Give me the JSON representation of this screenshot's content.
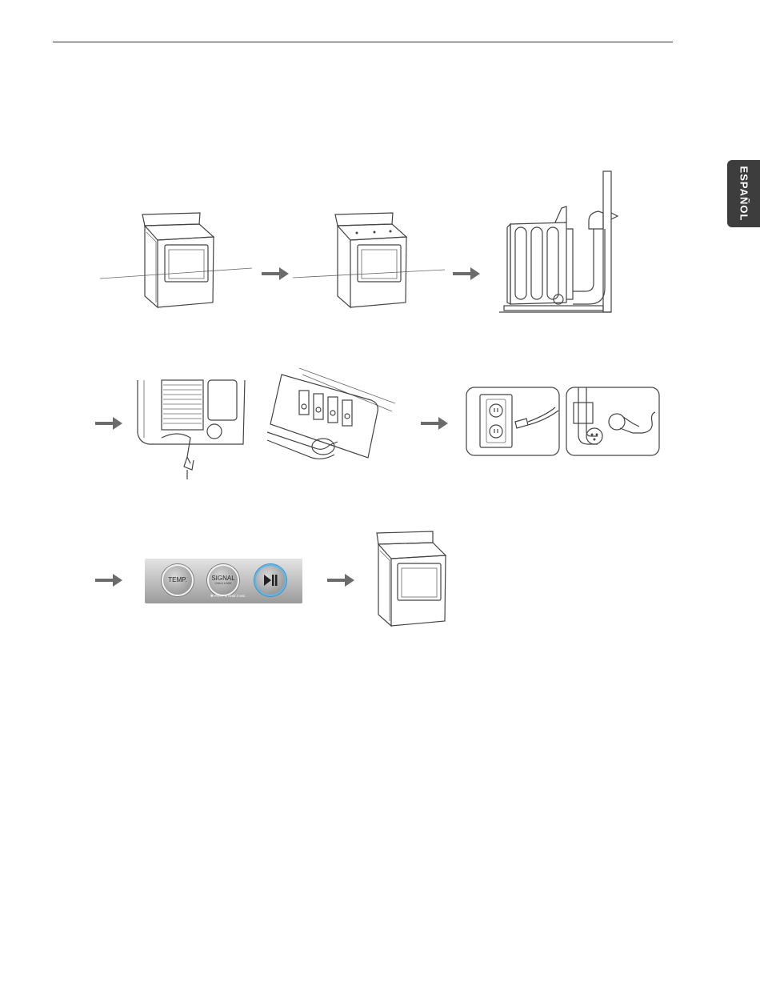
{
  "side_tab": {
    "label": "ESPAÑOL"
  },
  "control_panel": {
    "temp_label": "TEMP.",
    "signal_label": "SIGNAL",
    "signal_sub": "CHILD LOCK",
    "note": "✽ Press & Hold 3 sec."
  },
  "icons": {
    "arrow": "right-arrow-icon",
    "play_pause": "play-pause-icon"
  },
  "colors": {
    "tab": "#3d3d3d",
    "arrow": "#6b6b6b",
    "play_ring": "#5fb8ea"
  }
}
